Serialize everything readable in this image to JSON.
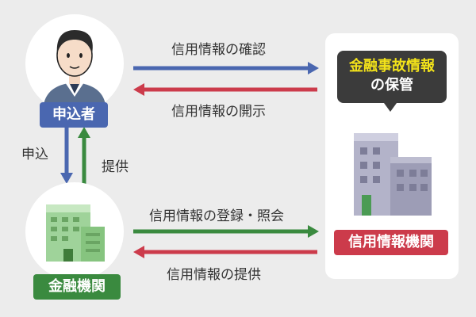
{
  "nodes": {
    "applicant": {
      "label": "申込者",
      "color": "#4a67b0"
    },
    "financial": {
      "label": "金融機関",
      "color": "#3a8a3f"
    },
    "bureau": {
      "label": "信用情報機関",
      "color": "#cc3b4b",
      "bubble_line1": "金融事故情報",
      "bubble_line2": "の保管"
    }
  },
  "flows": {
    "confirm": "信用情報の確認",
    "disclose": "信用情報の開示",
    "apply": "申込",
    "provide_up": "提供",
    "register": "信用情報の登録・照会",
    "provide_info": "信用情報の提供"
  },
  "colors": {
    "blue": "#4a67b0",
    "red": "#cc3b4b",
    "green": "#3a8a3f",
    "bubble_text": "#f2e21a"
  }
}
